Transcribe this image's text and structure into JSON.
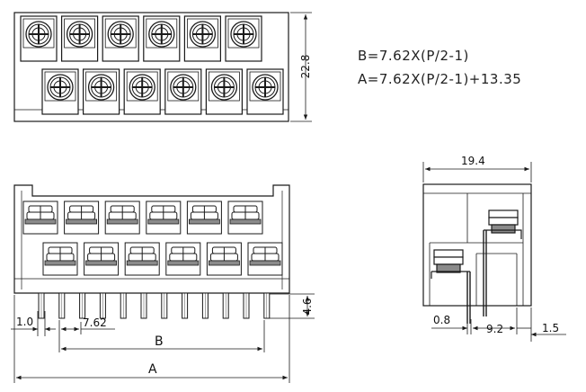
{
  "formulas": {
    "b": "B=7.62X(P/2-1)",
    "a": "A=7.62X(P/2-1)+13.35"
  },
  "top_view": {
    "height_dim": "22.8",
    "upper_row_screws": 6,
    "lower_row_screws": 6
  },
  "front_view": {
    "pin_offset_dim": "1.0",
    "pitch_dim": "7.62",
    "pin_length_dim": "4.6",
    "span_b_label": "B",
    "overall_a_label": "A",
    "upper_row_terminals": 6,
    "lower_row_terminals": 6,
    "pin_count": 12
  },
  "side_view": {
    "width_dim": "19.4",
    "pin_width_dim": "0.8",
    "row_spacing_dim": "9.2",
    "edge_offset_dim": "1.5"
  },
  "colors": {
    "line": "#1a1a1a",
    "screw_fill": "#8a8a8a",
    "background": "#ffffff"
  }
}
